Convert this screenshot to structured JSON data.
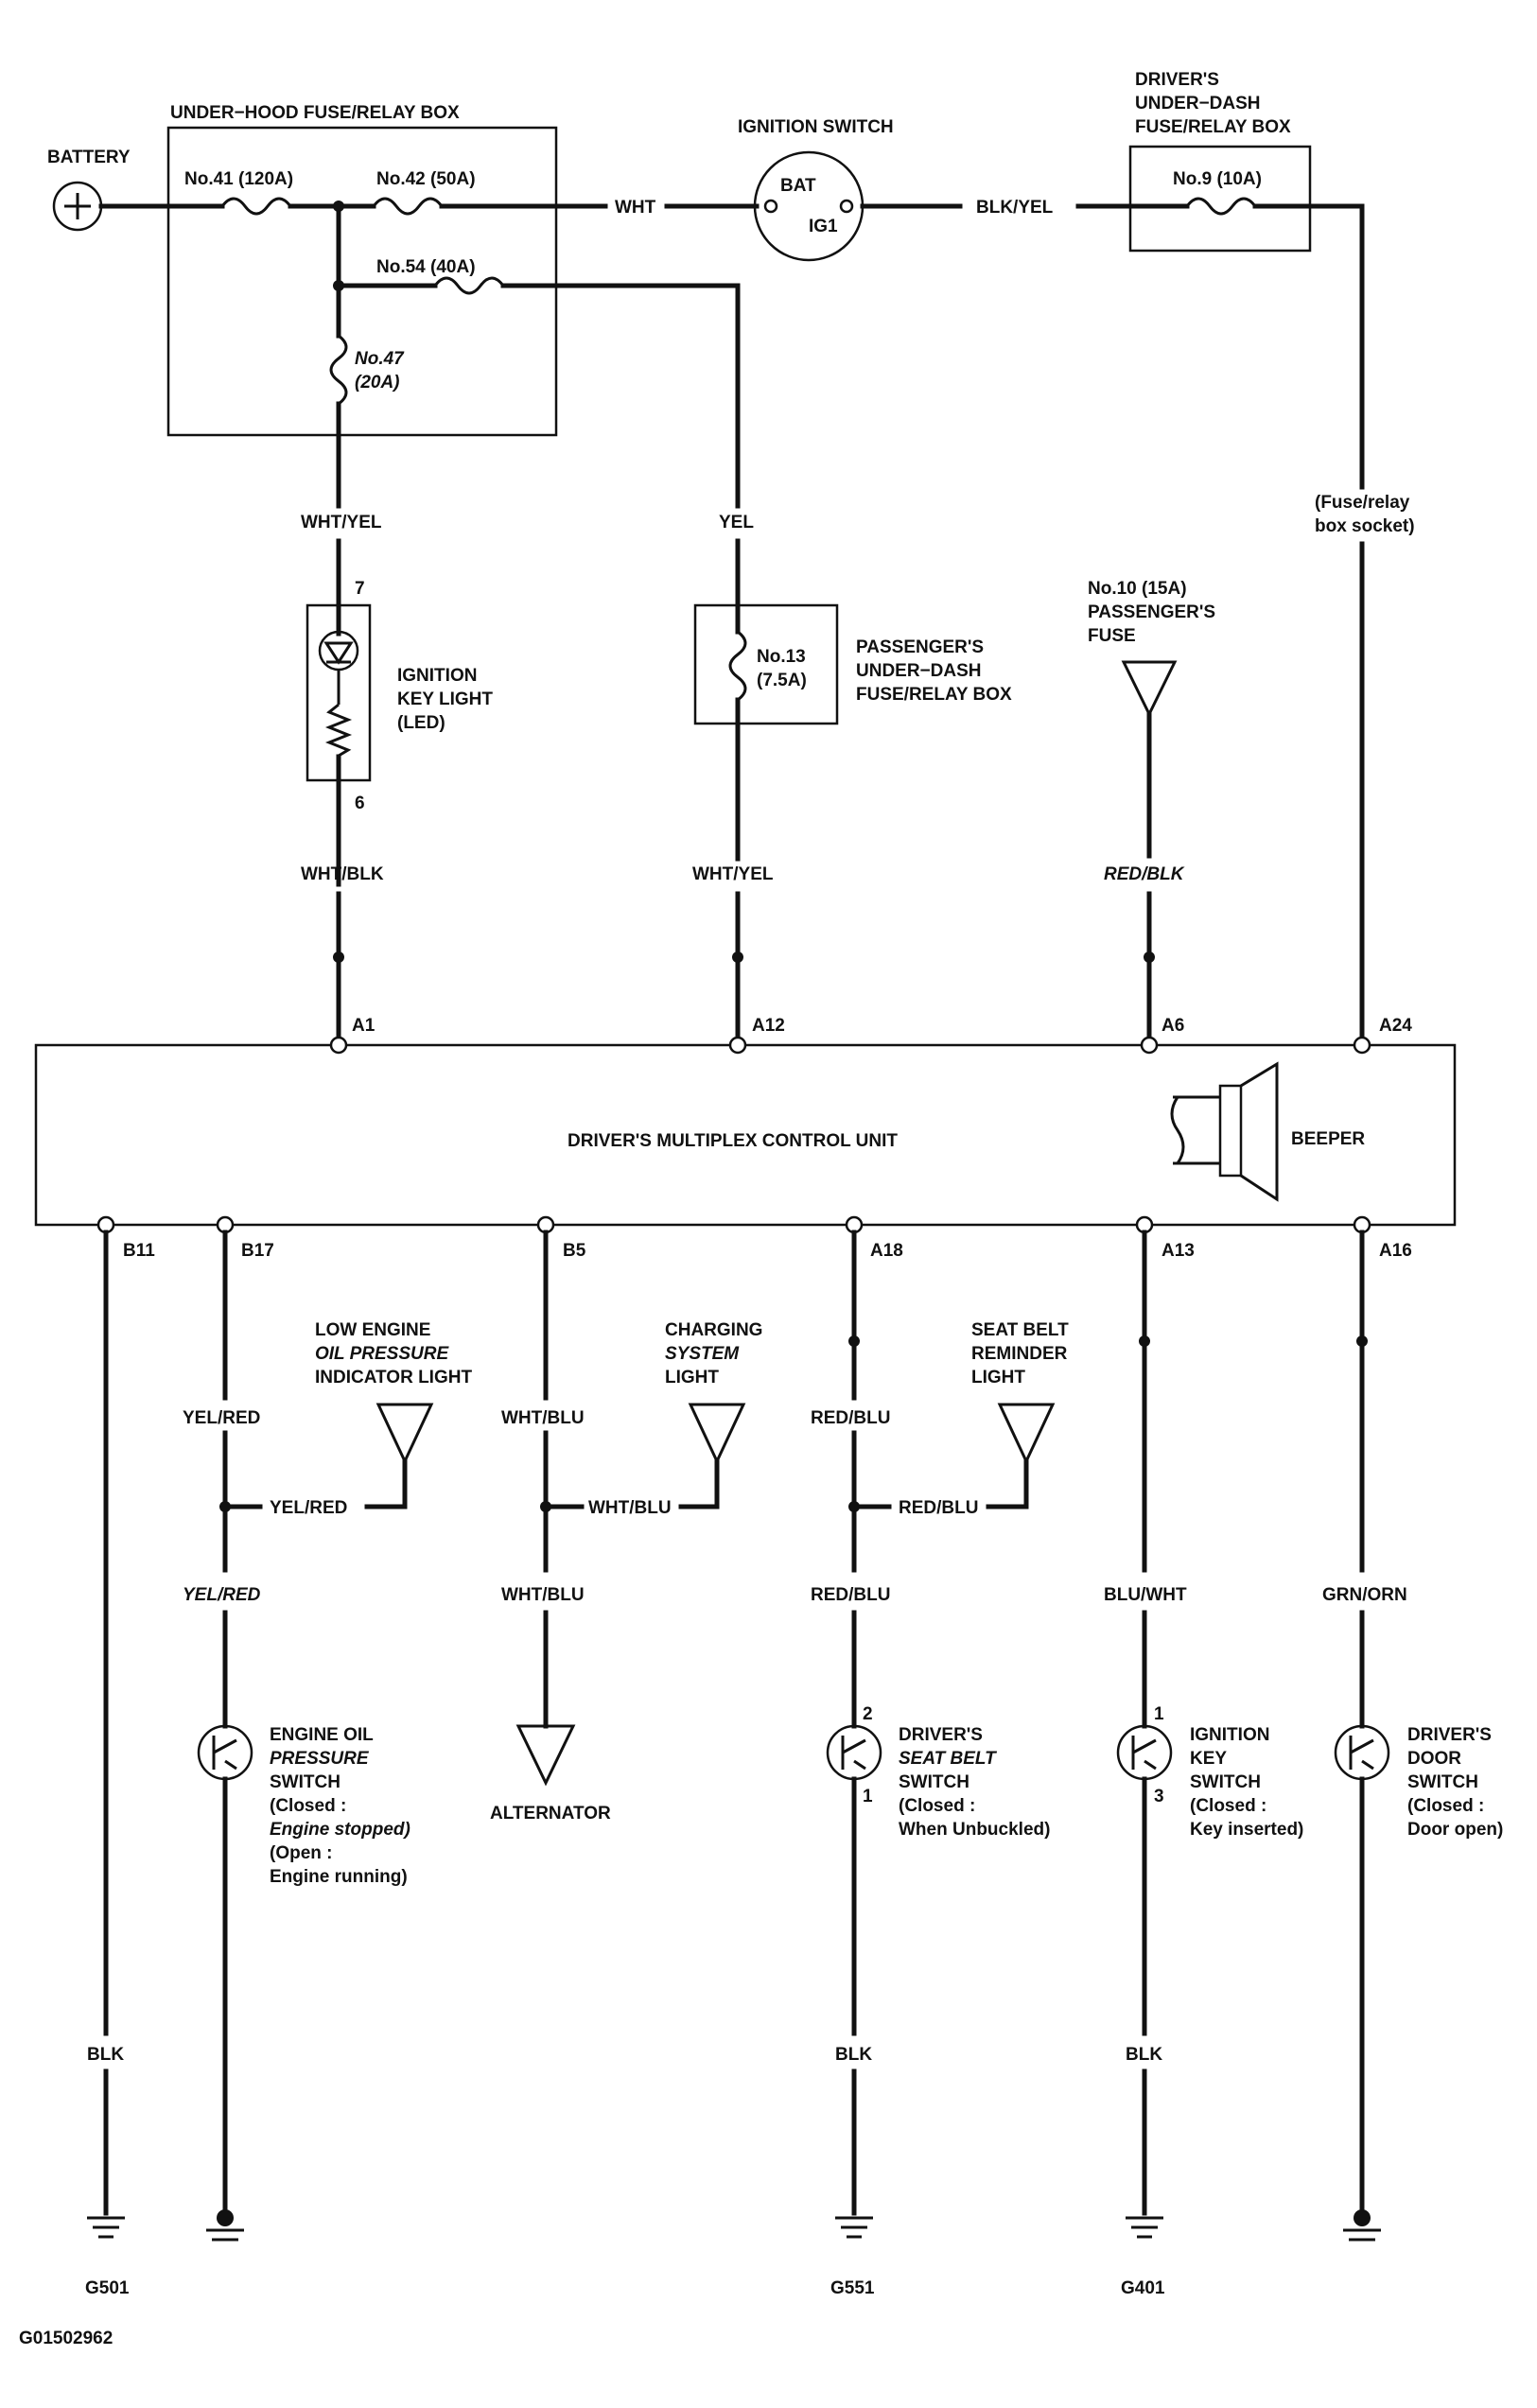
{
  "boxes": {
    "under_hood": "UNDER−HOOD FUSE/RELAY BOX",
    "drivers_underdash": [
      "DRIVER'S",
      "UNDER−DASH",
      "FUSE/RELAY BOX"
    ],
    "passengers_underdash": [
      "PASSENGER'S",
      "UNDER−DASH",
      "FUSE/RELAY BOX"
    ],
    "control_unit": "DRIVER'S MULTIPLEX CONTROL UNIT"
  },
  "components": {
    "battery": "BATTERY",
    "ignition_switch": "IGNITION SWITCH",
    "bat": "BAT",
    "ig1": "IG1",
    "key_light": [
      "IGNITION",
      "KEY LIGHT",
      "(LED)"
    ],
    "beeper": "BEEPER",
    "alternator": "ALTERNATOR",
    "low_oil_light": [
      "LOW ENGINE",
      "OIL PRESSURE",
      "INDICATOR LIGHT"
    ],
    "charging_light": [
      "CHARGING",
      "SYSTEM",
      "LIGHT"
    ],
    "seatbelt_light": [
      "SEAT BELT",
      "REMINDER",
      "LIGHT"
    ],
    "passenger_fuse": [
      "No.10 (15A)",
      "PASSENGER'S",
      "FUSE"
    ],
    "fuse_socket": [
      "(Fuse/relay",
      "box socket)"
    ],
    "oil_switch": [
      "ENGINE OIL",
      "PRESSURE",
      "SWITCH",
      "(Closed :",
      "Engine stopped)",
      "(Open :",
      "Engine running)"
    ],
    "seatbelt_switch": [
      "DRIVER'S",
      "SEAT BELT",
      "SWITCH",
      "(Closed :",
      "When Unbuckled)"
    ],
    "key_switch": [
      "IGNITION",
      "KEY",
      "SWITCH",
      "(Closed :",
      "Key inserted)"
    ],
    "door_switch": [
      "DRIVER'S",
      "DOOR",
      "SWITCH",
      "(Closed :",
      "Door open)"
    ]
  },
  "fuses": {
    "f41": "No.41 (120A)",
    "f42": "No.42 (50A)",
    "f54": "No.54 (40A)",
    "f47": [
      "No.47",
      "(20A)"
    ],
    "f9": "No.9 (10A)",
    "f13": [
      "No.13",
      "(7.5A)"
    ]
  },
  "wires": {
    "wht": "WHT",
    "blk_yel": "BLK/YEL",
    "wht_yel_1": "WHT/YEL",
    "yel": "YEL",
    "wht_blk": "WHT/BLK",
    "wht_yel_2": "WHT/YEL",
    "red_blk": "RED/BLK",
    "yel_red_1": "YEL/RED",
    "yel_red_2": "YEL/RED",
    "yel_red_3": "YEL/RED",
    "wht_blu_1": "WHT/BLU",
    "wht_blu_2": "WHT/BLU",
    "wht_blu_3": "WHT/BLU",
    "red_blu_1": "RED/BLU",
    "red_blu_2": "RED/BLU",
    "red_blu_3": "RED/BLU",
    "blu_wht": "BLU/WHT",
    "grn_orn": "GRN/ORN",
    "blk_1": "BLK",
    "blk_2": "BLK",
    "blk_3": "BLK"
  },
  "pins": {
    "a1": "A1",
    "a12": "A12",
    "a6": "A6",
    "a24": "A24",
    "b11": "B11",
    "b17": "B17",
    "b5": "B5",
    "a18": "A18",
    "a13": "A13",
    "a16": "A16",
    "led_7": "7",
    "led_6": "6",
    "sb_2": "2",
    "sb_1": "1",
    "key_1": "1",
    "key_3": "3"
  },
  "grounds": {
    "g501": "G501",
    "g551": "G551",
    "g401": "G401"
  },
  "figure_id": "G01502962"
}
